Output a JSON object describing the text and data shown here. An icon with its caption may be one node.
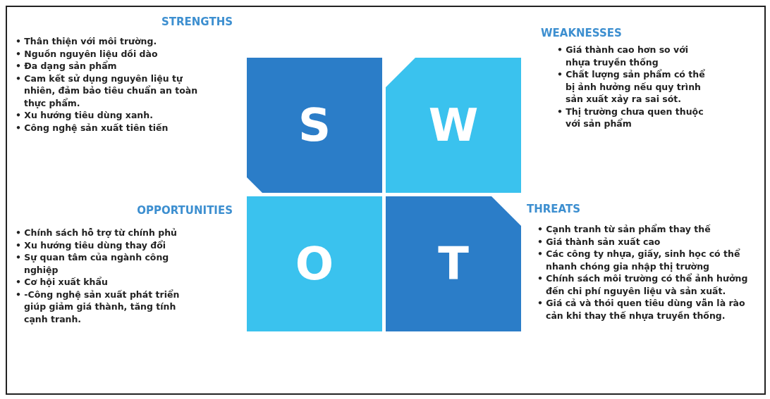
{
  "diagram": {
    "nodes": [
      {
        "text": [
          "S"
        ],
        "beside": [
          "STRENGTHS",
          "• Thân thiện với môi trường.",
          "• Nguồn nguyên liệu dồi dào",
          "• Đa dạng sản phẩm",
          "• Cam kết sử dụng nguyên liệu tự nhiên, đảm bảo tiêu chuẩn an toàn thực phẩm.",
          "•  Xu hướng tiêu dùng xanh.",
          "• Công nghệ sản xuất tiên tiến"
        ]
      },
      {
        "text": [
          "W"
        ],
        "beside": [
          "WEAKNESSES",
          "• Giá thành cao hơn so với nhựa truyền thống",
          "• Chất lượng sản phẩm có thể bị ảnh hưởng nếu quy trình sản xuất xảy ra sai sót.",
          "• Thị trường chưa quen thuộc với sản phẩm"
        ]
      },
      {
        "text": [
          "O"
        ],
        "beside": [
          "OPPORTUNITIES",
          "• Chính sách hỗ trợ từ chính phủ",
          "• Xu hướng tiêu dùng thay đổi",
          "• Sự quan tâm của ngành công nghiệp",
          "• Cơ hội xuất khẩu",
          "• -Công nghệ sản xuất phát triển giúp giảm giá thành, tăng tính cạnh tranh."
        ]
      },
      {
        "text": [
          "T"
        ],
        "beside": [
          "THREATS",
          "• Cạnh tranh từ sản phẩm thay thế",
          "• Giá thành sản xuất cao",
          "• Các công ty nhựa, giấy, sinh học có thể nhanh chóng gia nhập thị trường",
          "• Chính sách môi trường có thể ảnh hưởng đến chi phí nguyên liệu và sản xuất.",
          "• Giá cả và thói quen tiêu dùng vẫn là rào cản khi thay thế nhựa truyền thống."
        ]
      }
    ]
  }
}
